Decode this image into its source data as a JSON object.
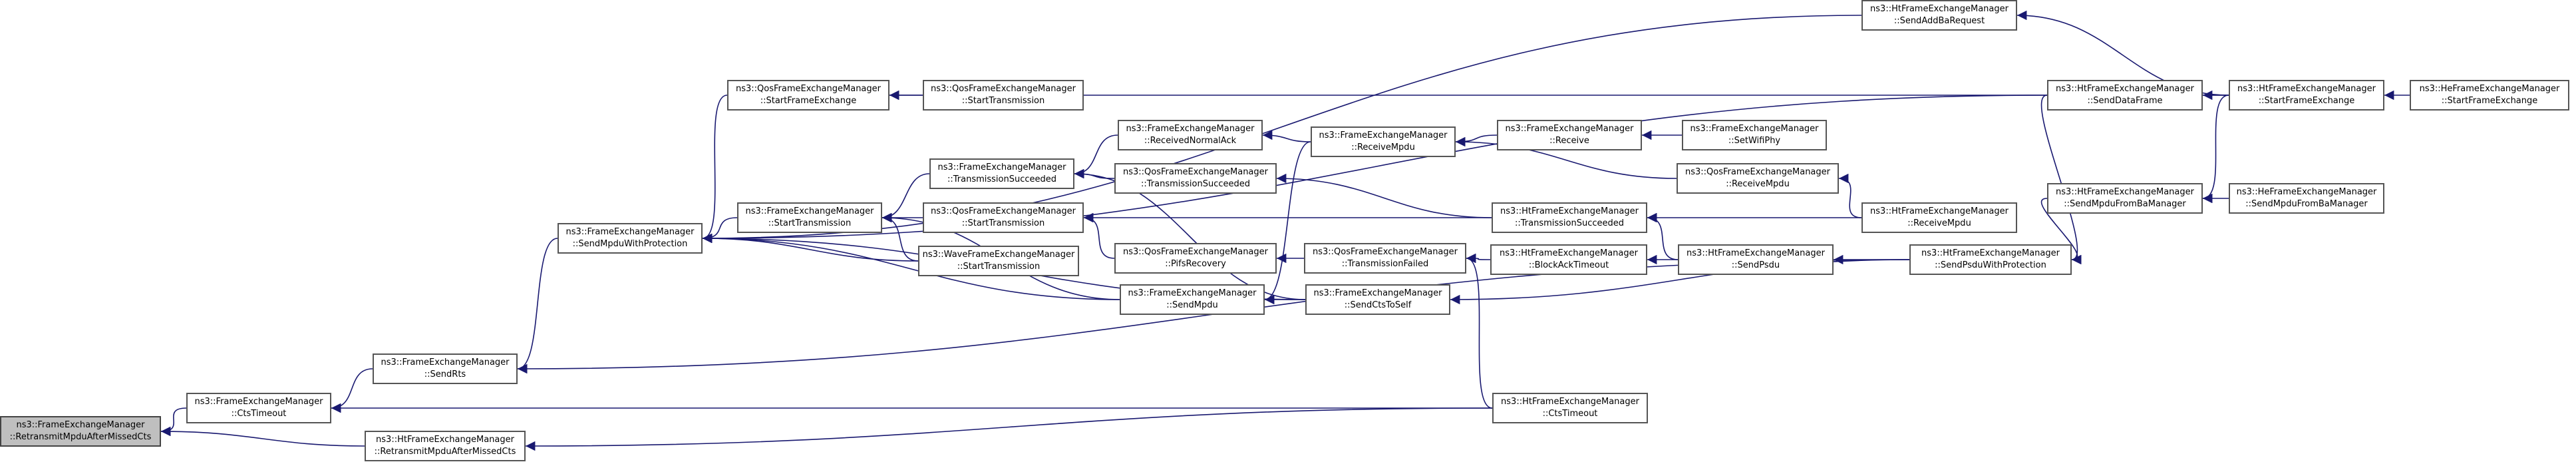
{
  "nodes": [
    {
      "id": "n_root",
      "line1": "ns3::FrameExchangeManager",
      "line2": "::RetransmitMpduAfterMissedCts",
      "root": true
    },
    {
      "id": "n_fem_ctstimeout",
      "line1": "ns3::FrameExchangeManager",
      "line2": "::CtsTimeout"
    },
    {
      "id": "n_ht_retx",
      "line1": "ns3::HtFrameExchangeManager",
      "line2": "::RetransmitMpduAfterMissedCts"
    },
    {
      "id": "n_sendrts",
      "line1": "ns3::FrameExchangeManager",
      "line2": "::SendRts"
    },
    {
      "id": "n_sendmpduprot",
      "line1": "ns3::FrameExchangeManager",
      "line2": "::SendMpduWithProtection"
    },
    {
      "id": "n_qos_startframe",
      "line1": "ns3::QosFrameExchangeManager",
      "line2": "::StartFrameExchange"
    },
    {
      "id": "n_fem_starttx",
      "line1": "ns3::FrameExchangeManager",
      "line2": "::StartTransmission"
    },
    {
      "id": "n_qos_starttx_r",
      "line1": "ns3::QosFrameExchangeManager",
      "line2": "::StartTransmission"
    },
    {
      "id": "n_fem_txsucc",
      "line1": "ns3::FrameExchangeManager",
      "line2": "::TransmissionSucceeded"
    },
    {
      "id": "n_qos_starttx",
      "line1": "ns3::QosFrameExchangeManager",
      "line2": "::StartTransmission"
    },
    {
      "id": "n_wave_starttx",
      "line1": "ns3::WaveFrameExchangeManager",
      "line2": "::StartTransmission"
    },
    {
      "id": "n_fem_recvack",
      "line1": "ns3::FrameExchangeManager",
      "line2": "::ReceivedNormalAck"
    },
    {
      "id": "n_qos_txsucc",
      "line1": "ns3::QosFrameExchangeManager",
      "line2": "::TransmissionSucceeded"
    },
    {
      "id": "n_qos_pifs",
      "line1": "ns3::QosFrameExchangeManager",
      "line2": "::PifsRecovery"
    },
    {
      "id": "n_fem_sendmpdu",
      "line1": "ns3::FrameExchangeManager",
      "line2": "::SendMpdu"
    },
    {
      "id": "n_fem_recvmpdu",
      "line1": "ns3::FrameExchangeManager",
      "line2": "::ReceiveMpdu"
    },
    {
      "id": "n_qos_txfail",
      "line1": "ns3::QosFrameExchangeManager",
      "line2": "::TransmissionFailed"
    },
    {
      "id": "n_fem_ctstoself",
      "line1": "ns3::FrameExchangeManager",
      "line2": "::SendCtsToSelf"
    },
    {
      "id": "n_fem_receive",
      "line1": "ns3::FrameExchangeManager",
      "line2": "::Receive"
    },
    {
      "id": "n_fem_setwifiphy",
      "line1": "ns3::FrameExchangeManager",
      "line2": "::SetWifiPhy"
    },
    {
      "id": "n_qos_recvmpdu",
      "line1": "ns3::QosFrameExchangeManager",
      "line2": "::ReceiveMpdu"
    },
    {
      "id": "n_ht_txsucc",
      "line1": "ns3::HtFrameExchangeManager",
      "line2": "::TransmissionSucceeded"
    },
    {
      "id": "n_ht_batimeout",
      "line1": "ns3::HtFrameExchangeManager",
      "line2": "::BlockAckTimeout"
    },
    {
      "id": "n_ht_ctstimeout",
      "line1": "ns3::HtFrameExchangeManager",
      "line2": "::CtsTimeout"
    },
    {
      "id": "n_ht_addba",
      "line1": "ns3::HtFrameExchangeManager",
      "line2": "::SendAddBaRequest"
    },
    {
      "id": "n_ht_sendpsdu",
      "line1": "ns3::HtFrameExchangeManager",
      "line2": "::SendPsdu"
    },
    {
      "id": "n_ht_senddata",
      "line1": "ns3::HtFrameExchangeManager",
      "line2": "::SendDataFrame"
    },
    {
      "id": "n_ht_sendmpduba",
      "line1": "ns3::HtFrameExchangeManager",
      "line2": "::SendMpduFromBaManager"
    },
    {
      "id": "n_ht_sendpsduprot",
      "line1": "ns3::HtFrameExchangeManager",
      "line2": "::SendPsduWithProtection"
    },
    {
      "id": "n_ht_recvmpdu",
      "line1": "ns3::HtFrameExchangeManager",
      "line2": "::ReceiveMpdu"
    },
    {
      "id": "n_ht_startframe",
      "line1": "ns3::HtFrameExchangeManager",
      "line2": "::StartFrameExchange"
    },
    {
      "id": "n_he_sendmpduba",
      "line1": "ns3::HeFrameExchangeManager",
      "line2": "::SendMpduFromBaManager"
    },
    {
      "id": "n_he_startframe",
      "line1": "ns3::HeFrameExchangeManager",
      "line2": "::StartFrameExchange"
    }
  ],
  "edges": [
    [
      "n_fem_ctstimeout",
      "n_root"
    ],
    [
      "n_ht_retx",
      "n_root"
    ],
    [
      "n_sendrts",
      "n_fem_ctstimeout"
    ],
    [
      "n_ht_ctstimeout",
      "n_fem_ctstimeout"
    ],
    [
      "n_ht_ctstimeout",
      "n_ht_retx"
    ],
    [
      "n_sendmpduprot",
      "n_sendrts"
    ],
    [
      "n_ht_sendpsduprot",
      "n_sendrts"
    ],
    [
      "n_qos_startframe",
      "n_sendmpduprot"
    ],
    [
      "n_fem_starttx",
      "n_sendmpduprot"
    ],
    [
      "n_wave_starttx",
      "n_sendmpduprot"
    ],
    [
      "n_fem_sendmpdu",
      "n_sendmpduprot"
    ],
    [
      "n_fem_ctstoself",
      "n_sendmpduprot"
    ],
    [
      "n_ht_addba",
      "n_sendmpduprot"
    ],
    [
      "n_ht_senddata",
      "n_sendmpduprot"
    ],
    [
      "n_qos_starttx_r",
      "n_qos_startframe"
    ],
    [
      "n_ht_startframe",
      "n_qos_startframe"
    ],
    [
      "n_fem_txsucc",
      "n_fem_starttx"
    ],
    [
      "n_qos_starttx",
      "n_fem_starttx"
    ],
    [
      "n_wave_starttx",
      "n_fem_starttx"
    ],
    [
      "n_fem_sendmpdu",
      "n_fem_starttx"
    ],
    [
      "n_fem_recvack",
      "n_fem_txsucc"
    ],
    [
      "n_qos_txsucc",
      "n_fem_txsucc"
    ],
    [
      "n_fem_ctstoself",
      "n_fem_txsucc"
    ],
    [
      "n_qos_pifs",
      "n_qos_starttx"
    ],
    [
      "n_ht_txsucc",
      "n_qos_starttx"
    ],
    [
      "n_fem_recvmpdu",
      "n_fem_recvack"
    ],
    [
      "n_ht_txsucc",
      "n_qos_txsucc"
    ],
    [
      "n_qos_txfail",
      "n_qos_pifs"
    ],
    [
      "n_fem_recvmpdu",
      "n_fem_sendmpdu"
    ],
    [
      "n_fem_ctstoself",
      "n_fem_sendmpdu"
    ],
    [
      "n_ht_batimeout",
      "n_qos_txfail"
    ],
    [
      "n_ht_ctstimeout",
      "n_qos_txfail"
    ],
    [
      "n_ht_sendpsduprot",
      "n_fem_ctstoself"
    ],
    [
      "n_fem_receive",
      "n_fem_recvmpdu"
    ],
    [
      "n_qos_recvmpdu",
      "n_fem_recvmpdu"
    ],
    [
      "n_fem_setwifiphy",
      "n_fem_receive"
    ],
    [
      "n_ht_recvmpdu",
      "n_qos_recvmpdu"
    ],
    [
      "n_ht_recvmpdu",
      "n_ht_txsucc"
    ],
    [
      "n_ht_sendpsdu",
      "n_ht_txsucc"
    ],
    [
      "n_ht_sendpsdu",
      "n_ht_batimeout"
    ],
    [
      "n_ht_startframe",
      "n_ht_addba"
    ],
    [
      "n_ht_sendpsduprot",
      "n_ht_sendpsdu"
    ],
    [
      "n_ht_startframe",
      "n_ht_senddata"
    ],
    [
      "n_ht_senddata",
      "n_ht_sendpsduprot"
    ],
    [
      "n_ht_sendmpduba",
      "n_ht_sendpsduprot"
    ],
    [
      "n_ht_startframe",
      "n_ht_sendmpduba"
    ],
    [
      "n_he_sendmpduba",
      "n_ht_sendmpduba"
    ],
    [
      "n_he_startframe",
      "n_ht_startframe"
    ]
  ],
  "colors": {
    "edge": "#191970",
    "node_border": "#555555",
    "root_fill": "#bfbfbf"
  }
}
